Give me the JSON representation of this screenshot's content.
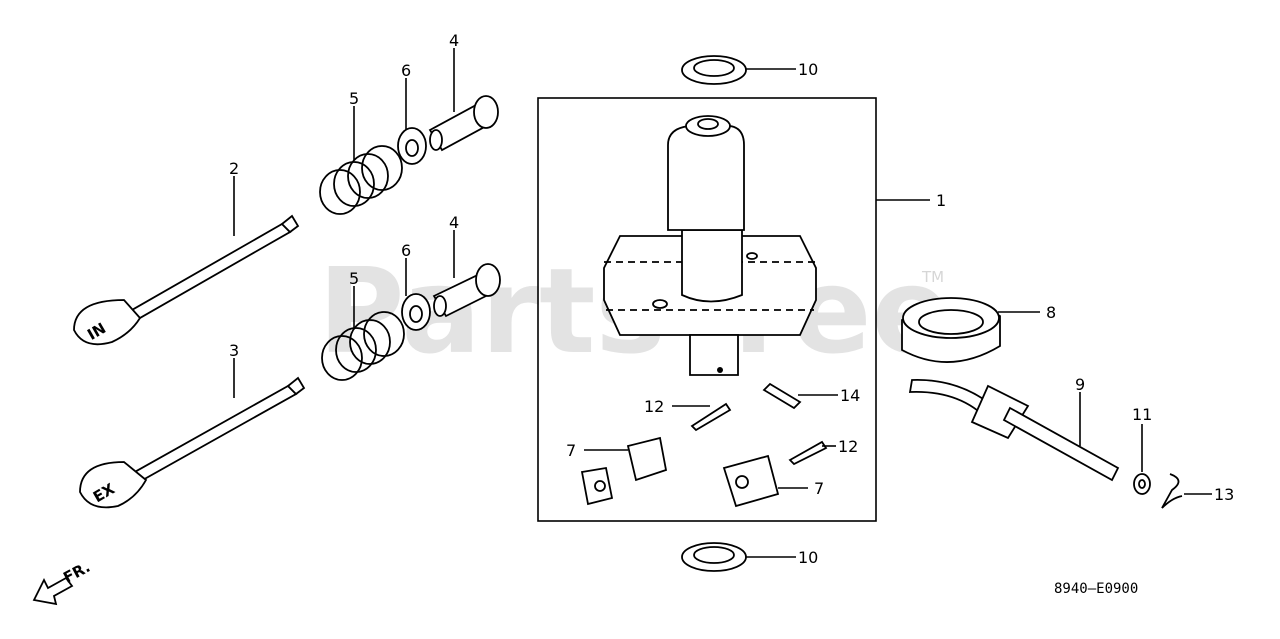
{
  "watermark": {
    "text": "PartsTree",
    "tm": "TM"
  },
  "diagram_code": "8940–E0900",
  "front_arrow_label": "FR.",
  "valve_marks": {
    "intake": "IN",
    "exhaust": "EX"
  },
  "callouts": [
    {
      "id": "c1",
      "text": "1"
    },
    {
      "id": "c2",
      "text": "2"
    },
    {
      "id": "c3",
      "text": "3"
    },
    {
      "id": "c4a",
      "text": "4"
    },
    {
      "id": "c4b",
      "text": "4"
    },
    {
      "id": "c5a",
      "text": "5"
    },
    {
      "id": "c5b",
      "text": "5"
    },
    {
      "id": "c6a",
      "text": "6"
    },
    {
      "id": "c6b",
      "text": "6"
    },
    {
      "id": "c7a",
      "text": "7"
    },
    {
      "id": "c7b",
      "text": "7"
    },
    {
      "id": "c8",
      "text": "8"
    },
    {
      "id": "c9",
      "text": "9"
    },
    {
      "id": "c10a",
      "text": "10"
    },
    {
      "id": "c10b",
      "text": "10"
    },
    {
      "id": "c11",
      "text": "11"
    },
    {
      "id": "c12a",
      "text": "12"
    },
    {
      "id": "c12b",
      "text": "12"
    },
    {
      "id": "c13",
      "text": "13"
    },
    {
      "id": "c14",
      "text": "14"
    }
  ]
}
